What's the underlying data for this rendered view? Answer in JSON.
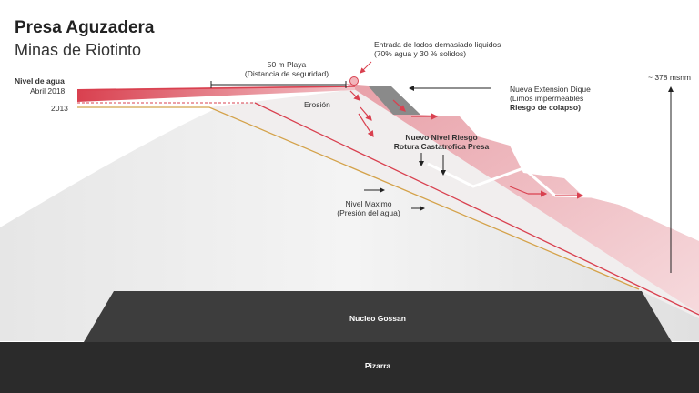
{
  "title": "Presa Aguzadera",
  "subtitle": "Minas de Riotinto",
  "water_level": {
    "label": "Nivel de agua",
    "level_2018": "Abril 2018",
    "level_2013": "2013"
  },
  "beach": {
    "line1": "50 m Playa",
    "line2": "(Distancia de seguridad)"
  },
  "inflow": {
    "line1": "Entrada de lodos demasiado liquidos",
    "line2": "(70% agua y 30 % solidos)"
  },
  "erosion": "Erosión",
  "dike": {
    "line1": "Nueva Extension Dique",
    "line2": "(Limos impermeables",
    "line3": "Riesgo de colapso)"
  },
  "elevation": "~ 378 msnm",
  "risk": {
    "line1": "Nuevo Nivel Riesgo",
    "line2": "Rotura Castatrofica Presa"
  },
  "max_level": {
    "line1": "Nivel Maximo",
    "line2": "(Presión del agua)"
  },
  "core": "Nucleo Gossan",
  "bedrock": "Pizarra",
  "colors": {
    "water": "#d9404f",
    "pink": "#eab2b8",
    "tailings_line": "#d4a24a",
    "core": "#3d3d3d",
    "bedrock": "#2b2b2b"
  }
}
